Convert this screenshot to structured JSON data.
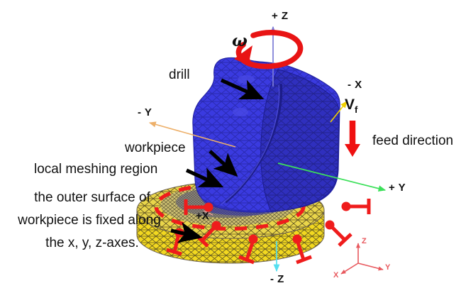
{
  "figure": {
    "type": "3d-fem-drilling-model",
    "background": "#ffffff"
  },
  "labels": {
    "drill": "drill",
    "workpiece": "workpiece",
    "local_meshing_region": "local meshing region",
    "fixed_note_line1": "the outer surface of",
    "fixed_note_line2": "workpiece is fixed along",
    "fixed_note_line3": "the x, y, z-axes.",
    "feed_direction": "feed direction",
    "omega": "ω",
    "vf": "V",
    "vf_sub": "f"
  },
  "axes": {
    "plus_z": "+ Z",
    "minus_z": "- Z",
    "plus_y": "+ Y",
    "minus_y": "- Y",
    "minus_x": "- X",
    "plus_x": "+X"
  },
  "triad": {
    "x": "X",
    "y": "Y",
    "z": "Z"
  },
  "colors": {
    "drill_mesh": "#3333d6",
    "drill_mesh_dark": "#2626aa",
    "workpiece_top": "#b9ae66",
    "workpiece_side": "#f2d820",
    "workpiece_mesh_line": "#4a4420",
    "constraint_red": "#ef1c1c",
    "dashed_circle": "#ef1c1c",
    "axis_plus_z": "#7b7bd6",
    "axis_minus_z": "#54dff0",
    "axis_plus_y": "#3ce05a",
    "axis_minus_y": "#edb06a",
    "axis_minus_x": "#f0d000",
    "label_text": "#111111",
    "triad_red": "#e8595e",
    "arrow_black": "#000000"
  }
}
